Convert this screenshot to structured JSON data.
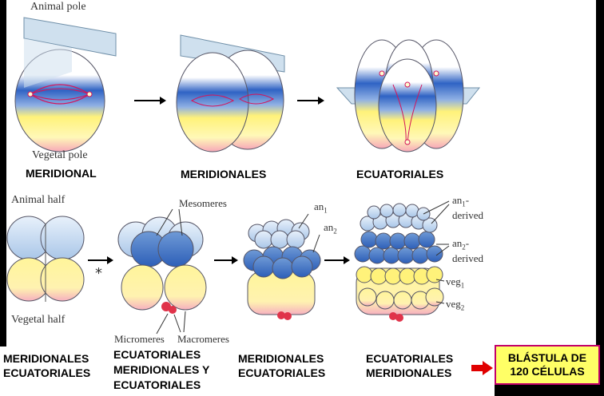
{
  "top_row": {
    "animal_pole": "Animal pole",
    "vegetal_pole": "Vegetal pole",
    "captions": [
      "MERIDIONAL",
      "MERIDIONALES",
      "ECUATORIALES"
    ]
  },
  "bottom_row": {
    "animal_half": "Animal half",
    "vegetal_half": "Vegetal half",
    "asterisk": "*",
    "mesomeres": "Mesomeres",
    "micromeres": "Micromeres",
    "macromeres": "Macromeres",
    "an1": "an",
    "an1_sub": "1",
    "an2": "an",
    "an2_sub": "2",
    "an1_derived_a": "an",
    "an1_derived_sub": "1",
    "an1_derived_dash": "-",
    "an1_derived_b": "derived",
    "an2_derived_a": "an",
    "an2_derived_sub": "2",
    "an2_derived_dash": "-",
    "an2_derived_b": "derived",
    "veg1": "veg",
    "veg1_sub": "1",
    "veg2": "veg",
    "veg2_sub": "2"
  },
  "captions_bottom": {
    "c1_line1": "MERIDIONALES",
    "c1_line2": "ECUATORIALES",
    "c2_line1": "ECUATORIALES",
    "c2_line2": "MERIDIONALES Y",
    "c2_line3": "ECUATORIALES",
    "c3_line1": "MERIDIONALES",
    "c3_line2": "ECUATORIALES",
    "c4_line1": "ECUATORIALES",
    "c4_line2": "MERIDIONALES"
  },
  "result_box": {
    "line1": "BLÁSTULA DE",
    "line2": "120 CÉLULAS"
  },
  "colors": {
    "panel_bg": "#ffffff",
    "frame": "#000000",
    "blue": "#3a6fc9",
    "yellow": "#fff27a",
    "pink": "#f7a8b8",
    "plane": "#cfe0ee",
    "arrow_red": "#e00000",
    "box_fill": "#ffff66",
    "box_border": "#c2006b"
  }
}
